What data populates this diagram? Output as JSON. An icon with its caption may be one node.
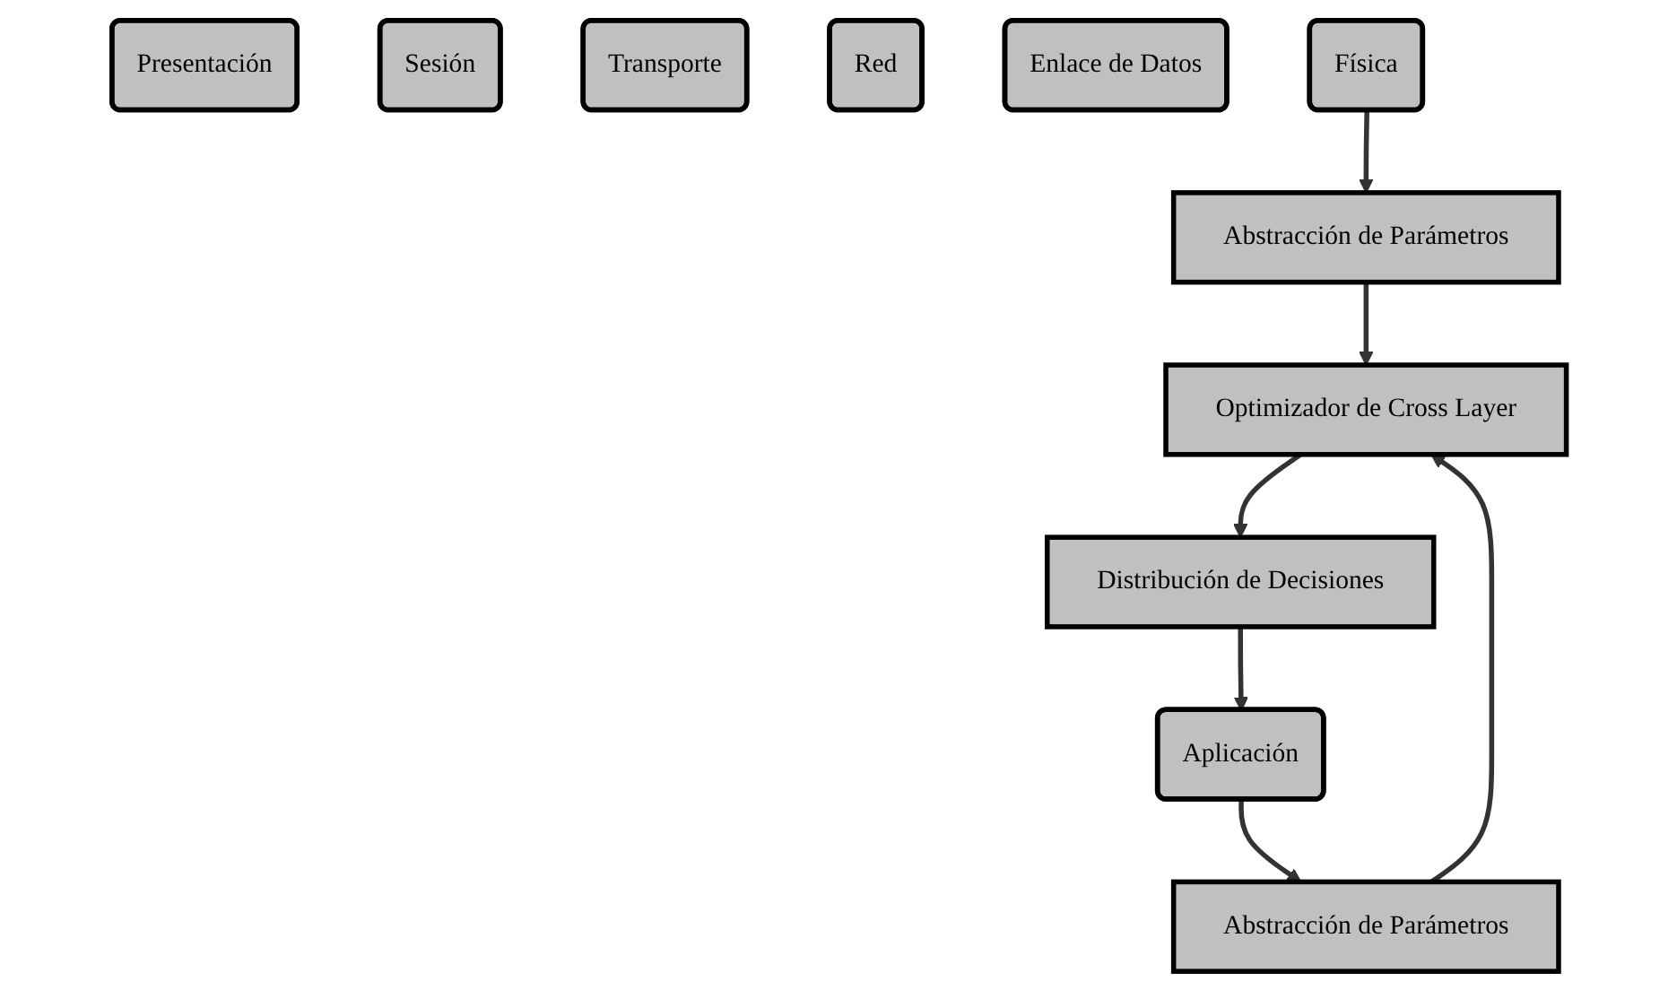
{
  "diagram": {
    "nodes": [
      {
        "text": [
          "Aplicación"
        ]
      },
      {
        "text": [
          "Presentación"
        ]
      },
      {
        "text": [
          "Sesión"
        ]
      },
      {
        "text": [
          "Transporte"
        ]
      },
      {
        "text": [
          "Red"
        ]
      },
      {
        "text": [
          "Enlace de Datos"
        ]
      },
      {
        "text": [
          "Física"
        ]
      },
      {
        "text": [
          "Abstracción de Parámetros"
        ]
      },
      {
        "text": [
          "Distribución de Decisiones"
        ]
      },
      {
        "text": [
          "Optimizador de Cross Layer"
        ]
      },
      {
        "text": [
          "Abstracción de Parámetros"
        ]
      }
    ],
    "edges": [
      {
        "from": 0,
        "to": 7,
        "arrow": "to"
      },
      {
        "from": 7,
        "to": 9,
        "arrow": "to"
      },
      {
        "from": 9,
        "to": 8,
        "arrow": "to"
      },
      {
        "from": 8,
        "to": 0,
        "arrow": "to"
      },
      {
        "from": 6,
        "to": 10,
        "arrow": "to"
      },
      {
        "from": 10,
        "to": 9,
        "arrow": "to"
      }
    ]
  }
}
